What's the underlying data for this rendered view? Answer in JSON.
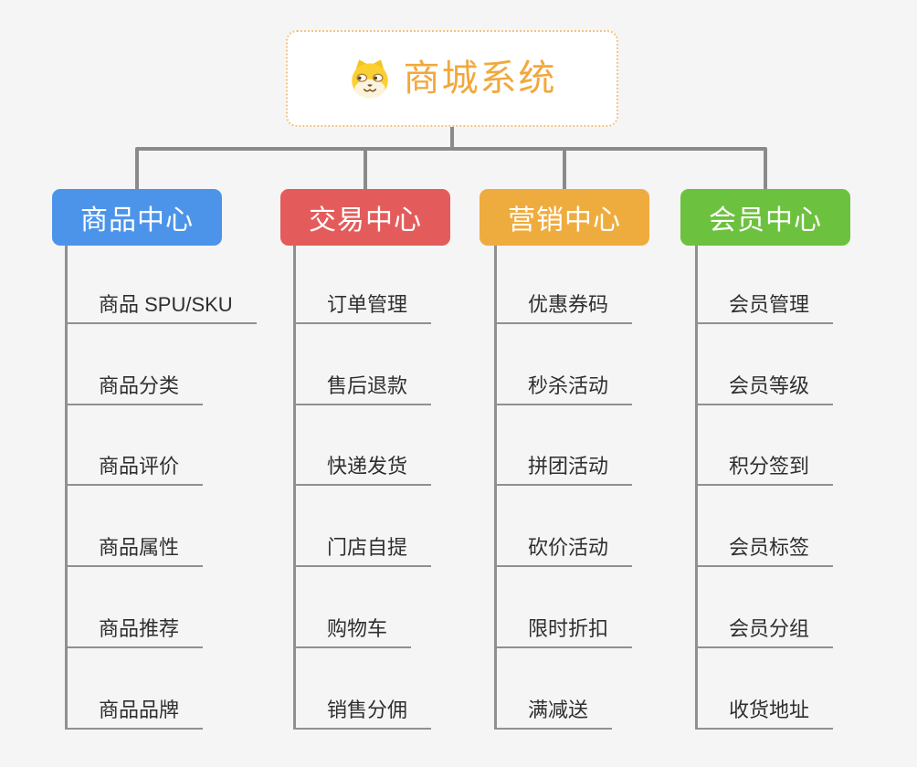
{
  "canvas_background": "#f5f5f6",
  "connectors": {
    "color": "#8a8a8a",
    "leaf_line_color": "#909090"
  },
  "root": {
    "title": "商城系统",
    "icon": "dog-face-icon",
    "title_color": "#f1a83b",
    "border_color": "#f2c482",
    "background": "#ffffff"
  },
  "branches": [
    {
      "label": "商品中心",
      "color": "#4c94ea",
      "children": [
        "商品 SPU/SKU",
        "商品分类",
        "商品评价",
        "商品属性",
        "商品推荐",
        "商品品牌"
      ]
    },
    {
      "label": "交易中心",
      "color": "#e35c5b",
      "children": [
        "订单管理",
        "售后退款",
        "快递发货",
        "门店自提",
        "购物车",
        "销售分佣"
      ]
    },
    {
      "label": "营销中心",
      "color": "#efac3e",
      "children": [
        "优惠券码",
        "秒杀活动",
        "拼团活动",
        "砍价活动",
        "限时折扣",
        "满减送"
      ]
    },
    {
      "label": "会员中心",
      "color": "#6cc13e",
      "children": [
        "会员管理",
        "会员等级",
        "积分签到",
        "会员标签",
        "会员分组",
        "收货地址"
      ]
    }
  ]
}
